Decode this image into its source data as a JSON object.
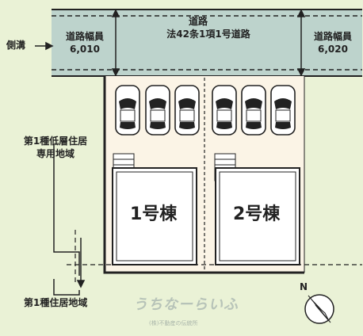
{
  "road": {
    "title": "道路",
    "type": "法42条1項1号道路",
    "left_width_label": "道路幅員",
    "left_width_value": "6,010",
    "right_width_label": "道路幅員",
    "right_width_value": "6,020",
    "ditch_label": "側溝"
  },
  "houses": [
    {
      "label": "1号棟"
    },
    {
      "label": "2号棟"
    }
  ],
  "parking_count": 6,
  "zones": {
    "upper_line1": "第1種低層住居",
    "upper_line2": "専用地域",
    "lower": "第1種住居地域"
  },
  "compass": {
    "label": "N"
  },
  "watermark": {
    "brand": "うちなーらいふ",
    "sub": "(株)不動産の伝統所"
  },
  "colors": {
    "background": "#eaf2d6",
    "road": "#bdd3cc",
    "lot": "#fbf4e6",
    "house": "#ffffff",
    "line": "#222222"
  }
}
